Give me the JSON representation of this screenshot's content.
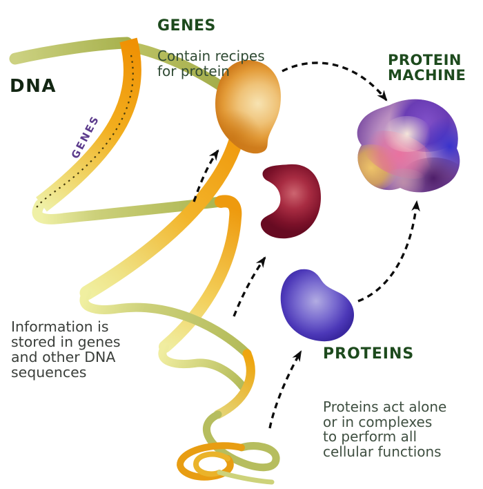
{
  "diagram": {
    "dna": {
      "label": "DNA",
      "caption_lines": [
        "Information is",
        "stored in genes",
        "and other DNA",
        "sequences"
      ]
    },
    "genes": {
      "label": "GENES",
      "caption_lines": [
        "Contain recipes",
        "for protein"
      ],
      "ribbon_text": "GENES"
    },
    "proteins": {
      "label": "PROTEINS",
      "caption_lines": [
        "Proteins act alone",
        "or in complexes",
        "to perform all",
        "cellular functions"
      ]
    },
    "protein_machine": {
      "label_lines": [
        "PROTEIN",
        "MACHINE"
      ]
    },
    "arrows": [
      {
        "from": "dna-helix",
        "to": "gene-product-blob"
      },
      {
        "from": "gene-product-blob",
        "to": "protein-machine-blob"
      },
      {
        "from": "dna-helix",
        "to": "red-protein-blob"
      },
      {
        "from": "blue-protein-blob",
        "to": "protein-machine-blob"
      },
      {
        "from": "dna-helix-bottom",
        "to": "blue-protein-blob"
      }
    ]
  },
  "colors": {
    "background": "#ffffff",
    "heading_green": "#1d4a1d",
    "dna_label_text": "#132613",
    "body_text_gray": "#3a3e3a",
    "body_text_green_gray": "#3f4f41",
    "ribbon_orange": "#ef9104",
    "ribbon_yellow": "#f0efa0",
    "ribbon_olive": "#abb552",
    "ribbon_genes_text": "#5c3b8c",
    "gene_product_orange": "#e8a948",
    "protein_red": "#8e1c34",
    "protein_blue": "#5748c4",
    "machine_purple": "#7a4ec2",
    "machine_pink": "#e06a9a",
    "machine_tan": "#eec46a",
    "arrow_black": "#0d0d0d"
  }
}
